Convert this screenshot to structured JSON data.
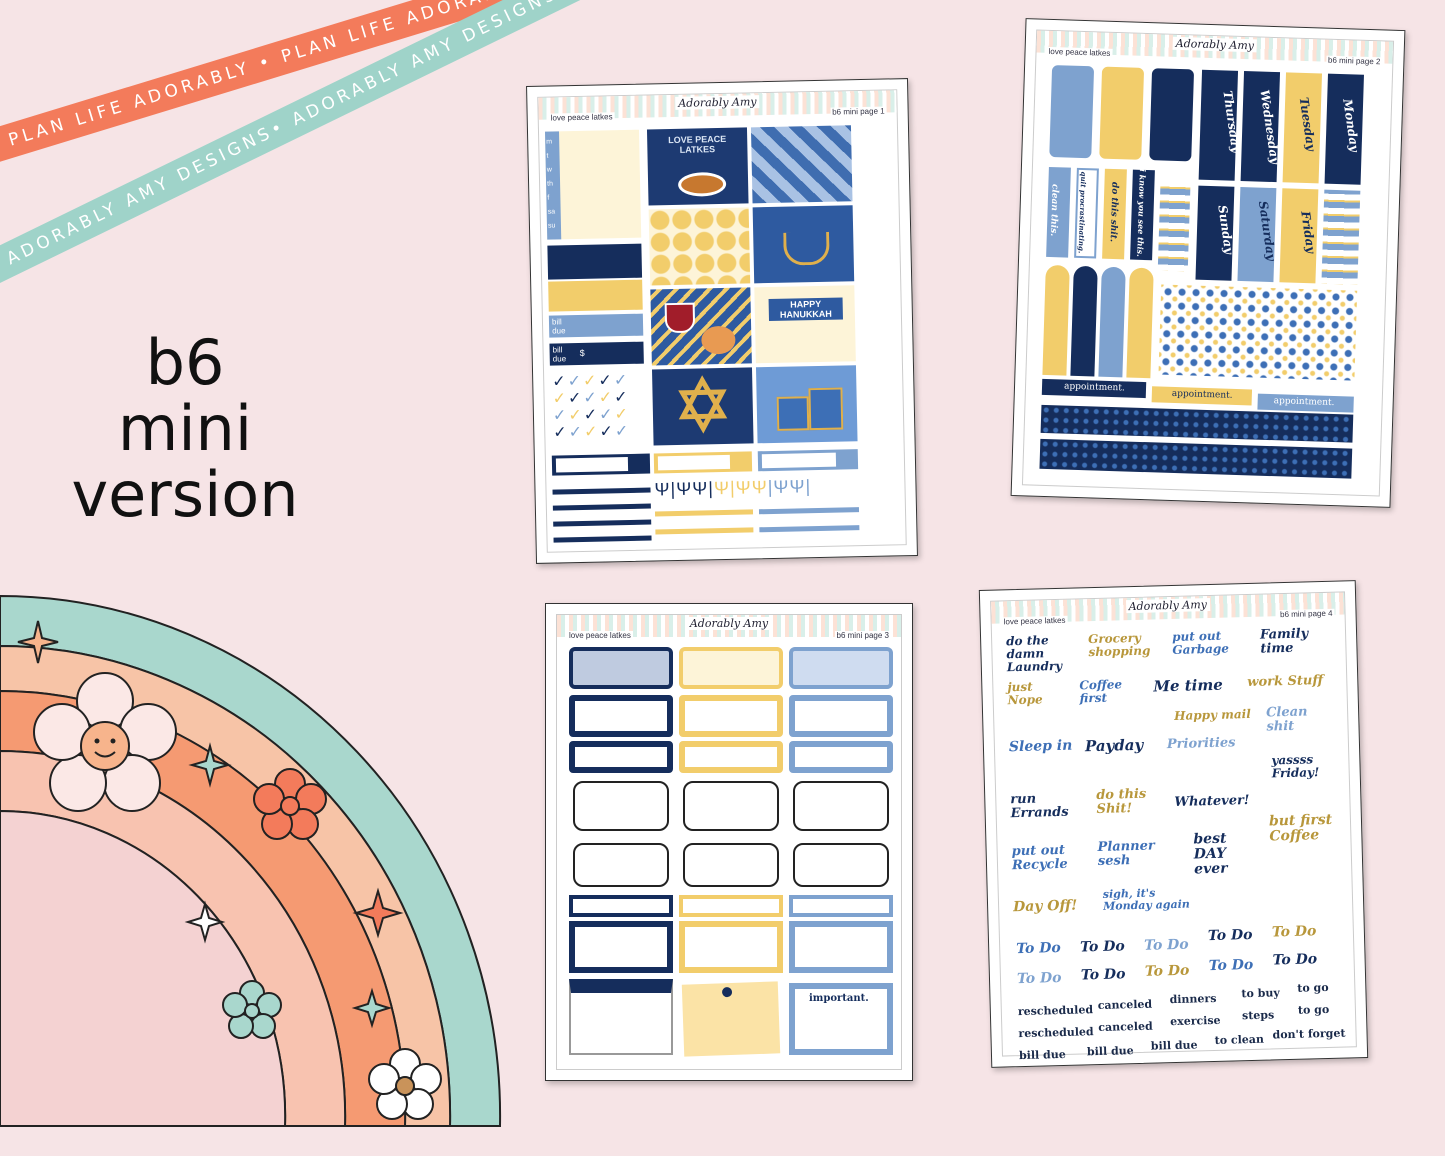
{
  "ribbons": {
    "top": "PLAN LIFE ADORABLY • PLAN LIFE ADORABLY",
    "bottom": "ADORABLY AMY DESIGNS• ADORABLY AMY DESIGNS •AD"
  },
  "headline": {
    "line1": "b6",
    "line2": "mini",
    "line3": "version"
  },
  "brand": "Adorably Amy",
  "pages": [
    {
      "title": "love peace latkes",
      "label": "b6 mini page 1",
      "tiles": {
        "latkes_title": "LOVE PEACE LATKES",
        "hanukkah": "HAPPY HANUKKAH"
      },
      "days": [
        "m",
        "t",
        "w",
        "th",
        "f",
        "sa",
        "su"
      ],
      "bill": "bill due",
      "dollar": "$"
    },
    {
      "title": "love peace latkes",
      "label": "b6 mini page 2",
      "days": [
        "Thursday",
        "Wednesday",
        "Tuesday",
        "Monday",
        "Sunday",
        "Saturday",
        "Friday"
      ],
      "notes": [
        "clean this.",
        "quit procrastinating.",
        "do this shit.",
        "i know you see this."
      ],
      "appointment": "appointment."
    },
    {
      "title": "love peace latkes",
      "label": "b6 mini page 3",
      "important": "important."
    },
    {
      "title": "love peace latkes",
      "label": "b6 mini page 4",
      "script_words": [
        "do the damn Laundry",
        "Grocery shopping",
        "put out Garbage",
        "Family time",
        "just Nope",
        "Coffee first",
        "Me time",
        "work Stuff",
        "Happy mail",
        "Clean shit",
        "Sleep in",
        "Payday",
        "Priorities",
        "yassss Friday!",
        "run Errands",
        "do this Shit!",
        "Whatever!",
        "put out Recycle",
        "Planner sesh",
        "best DAY ever",
        "but first Coffee",
        "Day Off!",
        "sigh, it's Monday again"
      ],
      "todo": "To Do",
      "small_words": [
        "rescheduled",
        "canceled",
        "dinners",
        "to buy",
        "to go",
        "rescheduled",
        "canceled",
        "exercise",
        "steps",
        "to go",
        "bill due",
        "bill due",
        "bill due",
        "to clean",
        "don't forget"
      ]
    }
  ],
  "colors": {
    "navy": "#152d5c",
    "light_blue": "#7ea2cf",
    "gold": "#f2cd6b",
    "cream": "#fdf4d8",
    "coral": "#f37b5b",
    "mint": "#9fd3c9",
    "peach": "#f6b38b",
    "blush": "#f3c8c4"
  }
}
